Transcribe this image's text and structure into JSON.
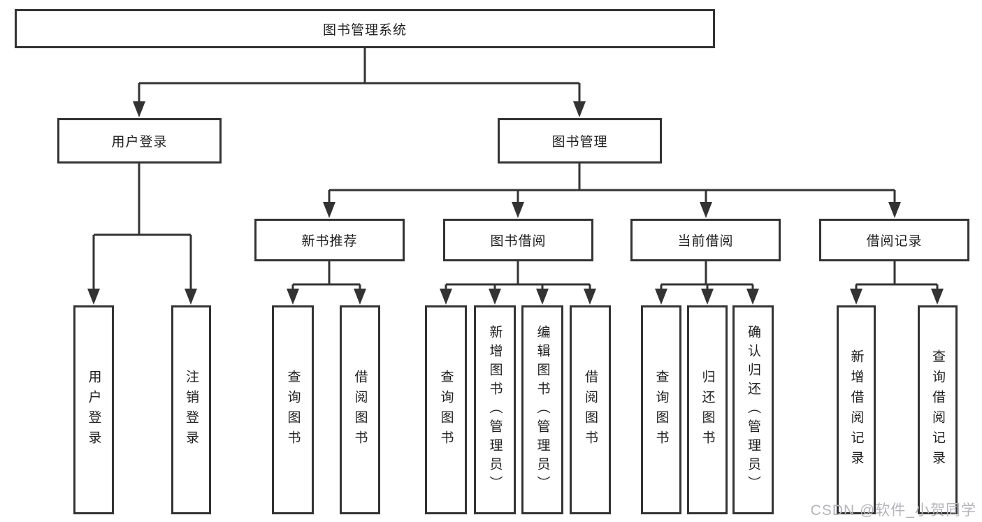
{
  "tree": {
    "root": "图书管理系统",
    "branches": [
      {
        "label": "用户登录",
        "leaves": [
          "用户登录",
          "注销登录"
        ]
      },
      {
        "label": "图书管理",
        "sections": [
          {
            "label": "新书推荐",
            "leaves": [
              "查询图书",
              "借阅图书"
            ]
          },
          {
            "label": "图书借阅",
            "leaves": [
              "查询图书",
              "新增图书（管理员）",
              "编辑图书（管理员）",
              "借阅图书"
            ]
          },
          {
            "label": "当前借阅",
            "leaves": [
              "查询图书",
              "归还图书",
              "确认归还（管理员）"
            ]
          },
          {
            "label": "借阅记录",
            "leaves": [
              "新增借阅记录",
              "查询借阅记录"
            ]
          }
        ]
      }
    ]
  },
  "watermark": {
    "text": "CSDN @软件_小贺同学"
  },
  "colors": {
    "line": "#333333",
    "box_border": "#333333",
    "box_fill": "#ffffff",
    "text": "#1f1f1f",
    "watermark": "#b4b4bc",
    "background": "#ffffff"
  }
}
